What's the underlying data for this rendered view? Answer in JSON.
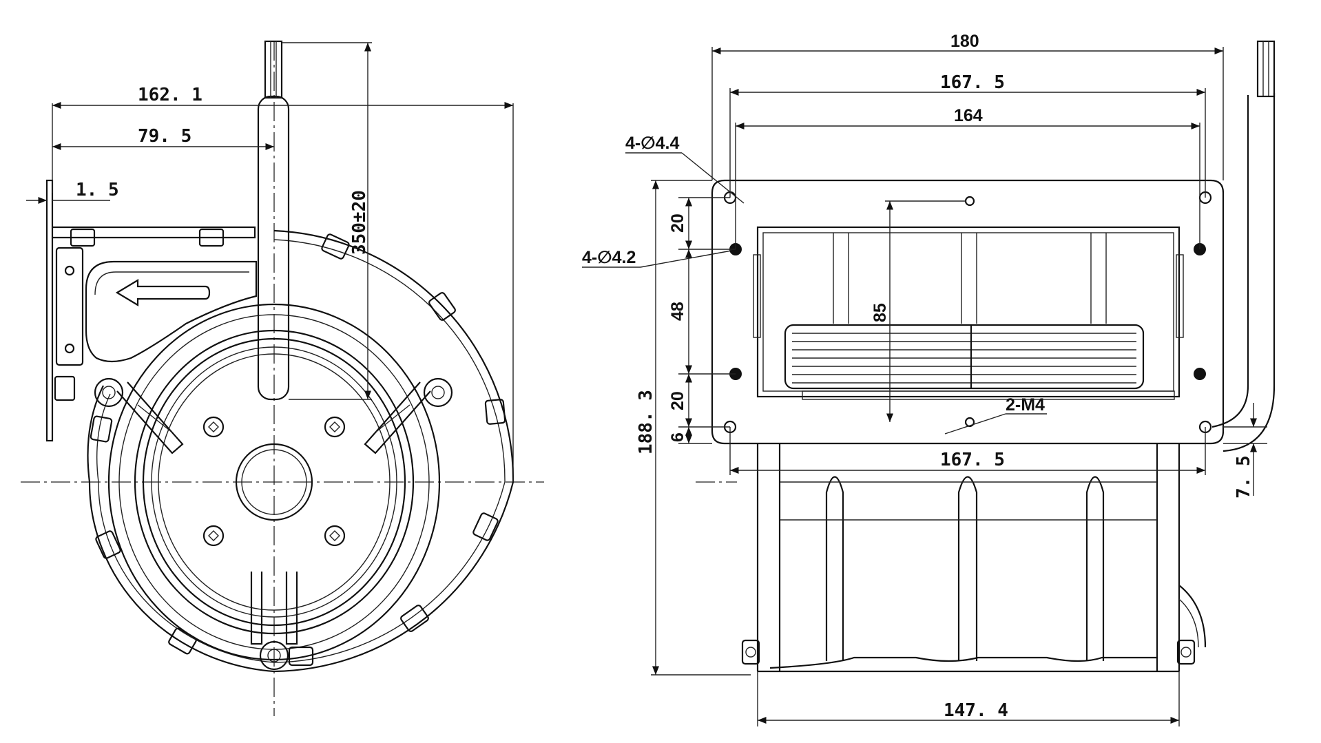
{
  "side_view": {
    "dims": {
      "overall_width": "162. 1",
      "cable_offset": "79. 5",
      "flange_thickness": "1. 5",
      "cable_length": "350±20"
    }
  },
  "front_view": {
    "dims": {
      "overall_width": "180",
      "hole_spacing_outer": "167. 5",
      "hole_spacing_inner": "164",
      "outer_holes": "4-∅4.4",
      "inner_holes": "4-∅4.2",
      "spacing_top": "20",
      "spacing_mid": "48",
      "spacing_bottom": "20",
      "bottom_margin": "6",
      "total_height": "188. 3",
      "opening_height": "85",
      "threaded_holes": "2-M4",
      "lower_spacing": "167. 5",
      "flange_offset": "7. 5",
      "body_width": "147. 4"
    }
  }
}
